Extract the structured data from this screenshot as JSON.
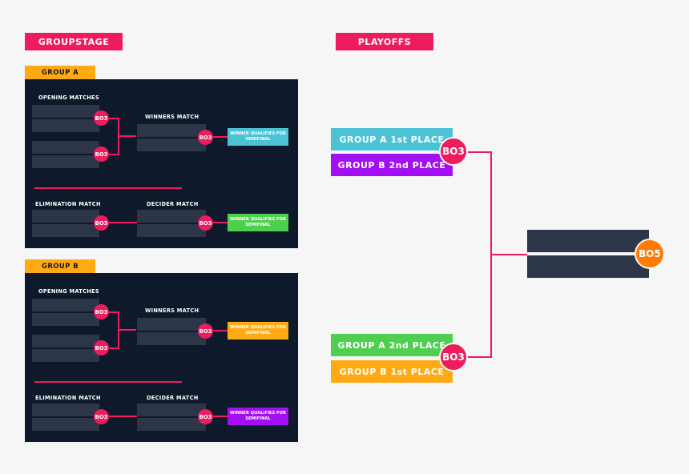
{
  "sections": {
    "groupstage": "GROUPSTAGE",
    "playoffs": "PLAYOFFS"
  },
  "groups": [
    {
      "title": "GROUP A",
      "opening_label": "OPENING MATCHES",
      "winners_label": "WINNERS MATCH",
      "elimination_label": "ELIMINATION MATCH",
      "decider_label": "DECIDER MATCH",
      "match_format": "BO3",
      "winners_qualifier": "WINNER QUALIFIES FOR SEMIFINAL",
      "decider_qualifier": "WINNER QUALIFIES FOR SEMIFINAL"
    },
    {
      "title": "GROUP B",
      "opening_label": "OPENING MATCHES",
      "winners_label": "WINNERS MATCH",
      "elimination_label": "ELIMINATION MATCH",
      "decider_label": "DECIDER MATCH",
      "match_format": "BO3",
      "winners_qualifier": "WINNER QUALIFIES FOR SEMIFINAL",
      "decider_qualifier": "WINNER QUALIFIES FOR SEMIFINAL"
    }
  ],
  "colors": {
    "accent": "#ee1c5d",
    "group_tag": "#ffaa15",
    "panel_bg": "#0e1a2c",
    "slot_bg": "#2c3648",
    "group_a_first": "#4cc3d4",
    "group_b_second": "#a30ff2",
    "group_a_second": "#4fcf4f",
    "group_b_first": "#ffaa15",
    "final_badge": "#ff7a00"
  },
  "playoffs": {
    "semifinal_1": {
      "team_1": "GROUP A 1st PLACE",
      "team_2": "GROUP B 2nd PLACE",
      "format": "BO3"
    },
    "semifinal_2": {
      "team_1": "GROUP A 2nd PLACE",
      "team_2": "GROUP B 1st PLACE",
      "format": "BO3"
    },
    "final": {
      "format": "BO5"
    }
  }
}
